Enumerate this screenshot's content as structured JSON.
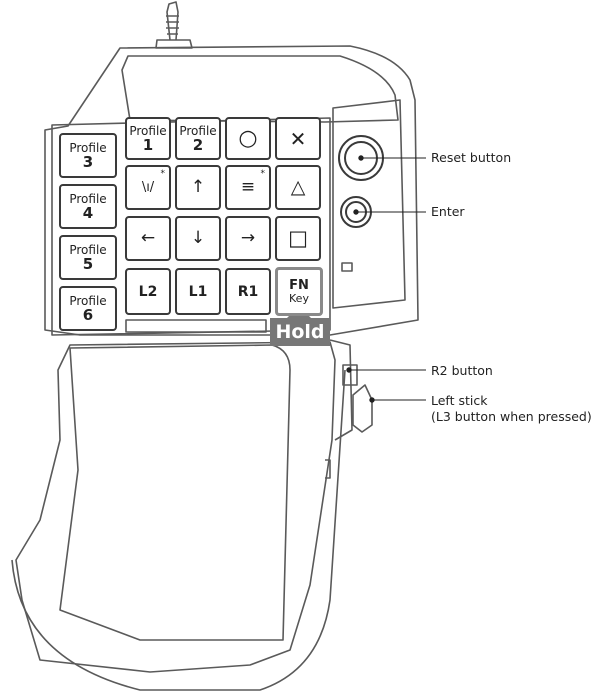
{
  "keys": {
    "profile1": {
      "top": "Profile",
      "num": "1"
    },
    "profile2": {
      "top": "Profile",
      "num": "2"
    },
    "circle": "○",
    "cross": "✕",
    "share": "\\ı/",
    "share_star": "*",
    "up": "↑",
    "options": "≡",
    "options_star": "*",
    "triangle": "△",
    "left": "←",
    "down": "↓",
    "right": "→",
    "square": "□",
    "l2": "L2",
    "l1": "L1",
    "r1": "R1",
    "fn": {
      "big": "FN",
      "small": "Key"
    }
  },
  "profiles": [
    {
      "top": "Profile",
      "num": "3"
    },
    {
      "top": "Profile",
      "num": "4"
    },
    {
      "top": "Profile",
      "num": "5"
    },
    {
      "top": "Profile",
      "num": "6"
    }
  ],
  "hold_label": "Hold",
  "callouts": {
    "reset": "Reset button",
    "enter": "Enter",
    "r2": "R2 button",
    "left_stick_line1": "Left stick",
    "left_stick_line2": "(L3 button when pressed)"
  }
}
